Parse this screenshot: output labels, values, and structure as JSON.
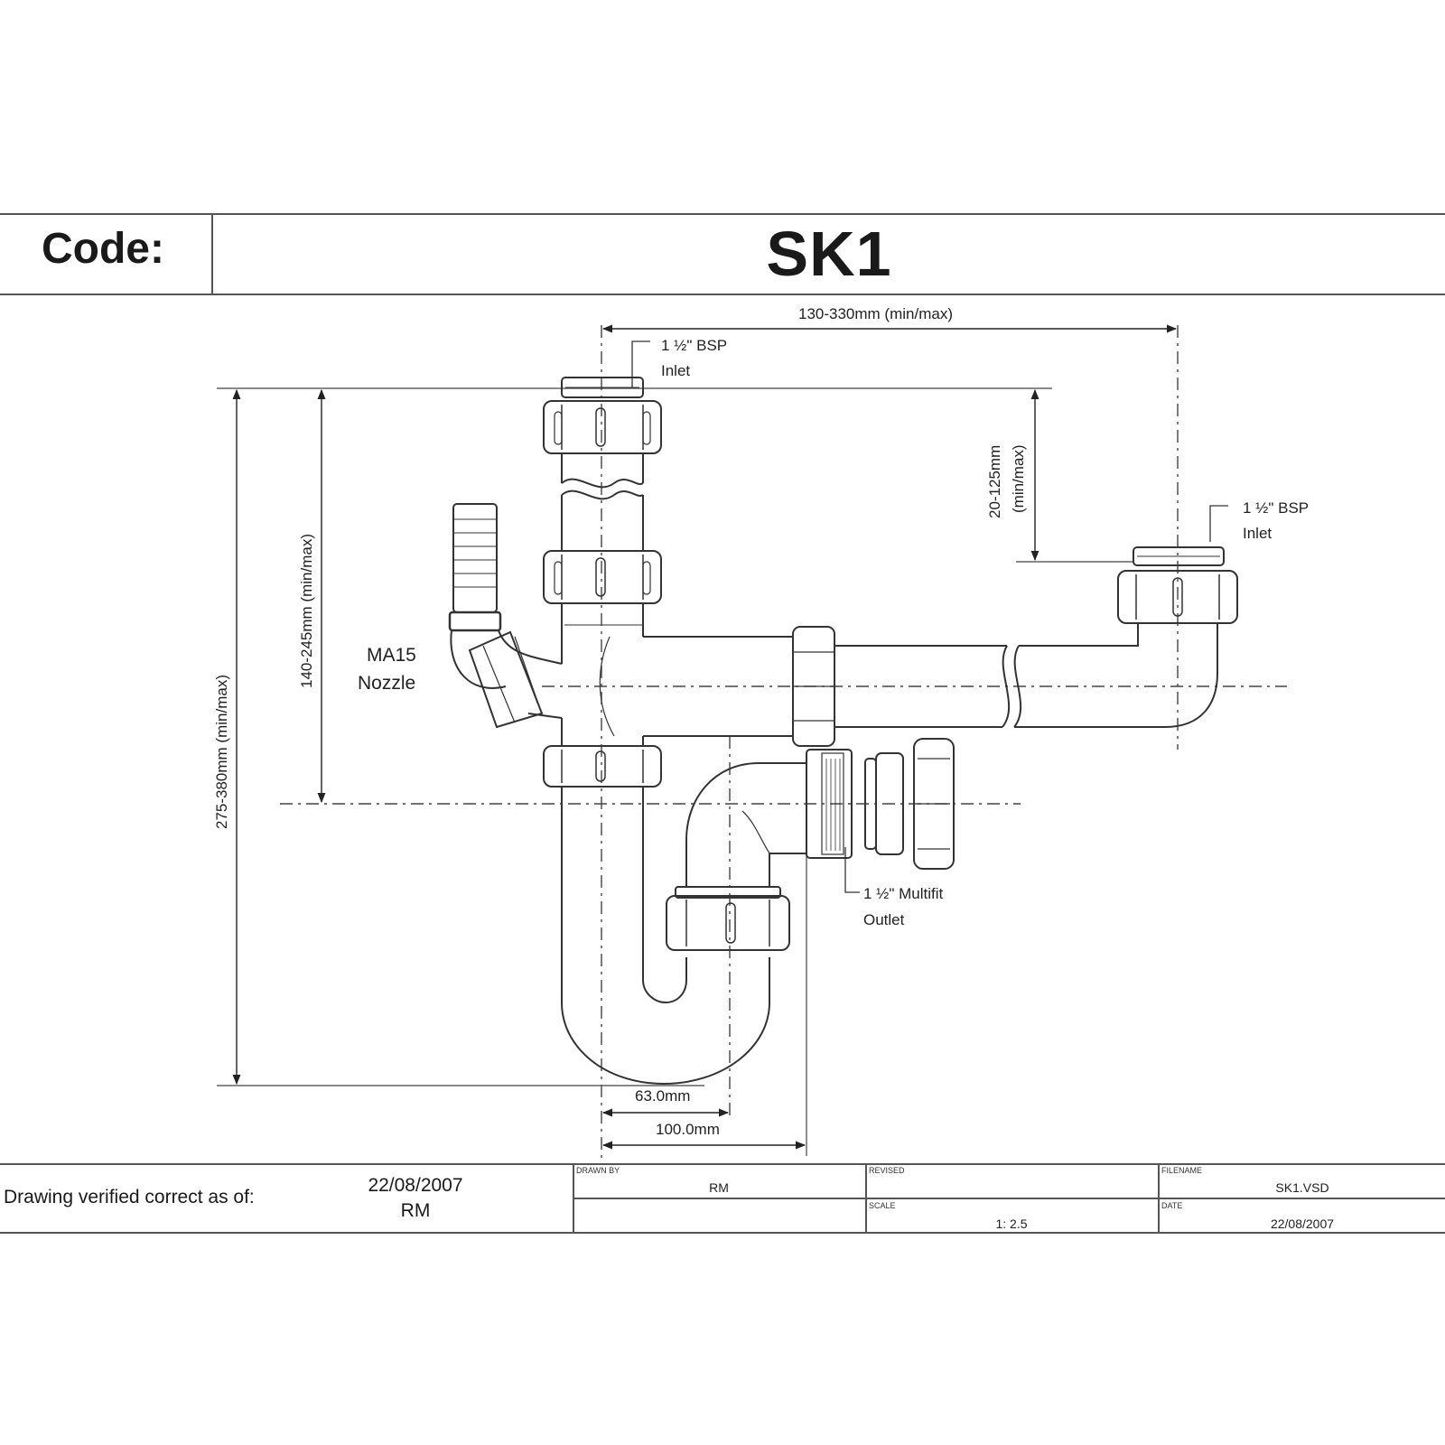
{
  "header": {
    "code_label": "Code:",
    "code_value": "SK1"
  },
  "dimensions": {
    "top_width": "130-330mm (min/max)",
    "overall_height": "275-380mm (min/max)",
    "inlet_to_outlet_height": "140-245mm (min/max)",
    "secondary_inlet_height": "20-125mm",
    "secondary_inlet_height_unit": "(min/max)",
    "bottom_width_1": "63.0mm",
    "bottom_width_2": "100.0mm"
  },
  "labels": {
    "main_inlet_line1": "1 ½\" BSP",
    "main_inlet_line2": "Inlet",
    "second_inlet_line1": "1 ½\" BSP",
    "second_inlet_line2": "Inlet",
    "nozzle_line1": "MA15",
    "nozzle_line2": "Nozzle",
    "outlet_line1": "1 ½\" Multifit",
    "outlet_line2": "Outlet"
  },
  "title_block": {
    "verified_label": "Drawing verified correct as of:",
    "verified_date": "22/08/2007",
    "verified_by": "RM",
    "drawn_by_label": "DRAWN BY",
    "drawn_by": "RM",
    "revised_label": "REVISED",
    "revised": "",
    "filename_label": "FILENAME",
    "filename": "SK1.VSD",
    "scale_label": "SCALE",
    "scale": "1: 2.5",
    "date_label": "DATE",
    "date": "22/08/2007"
  }
}
